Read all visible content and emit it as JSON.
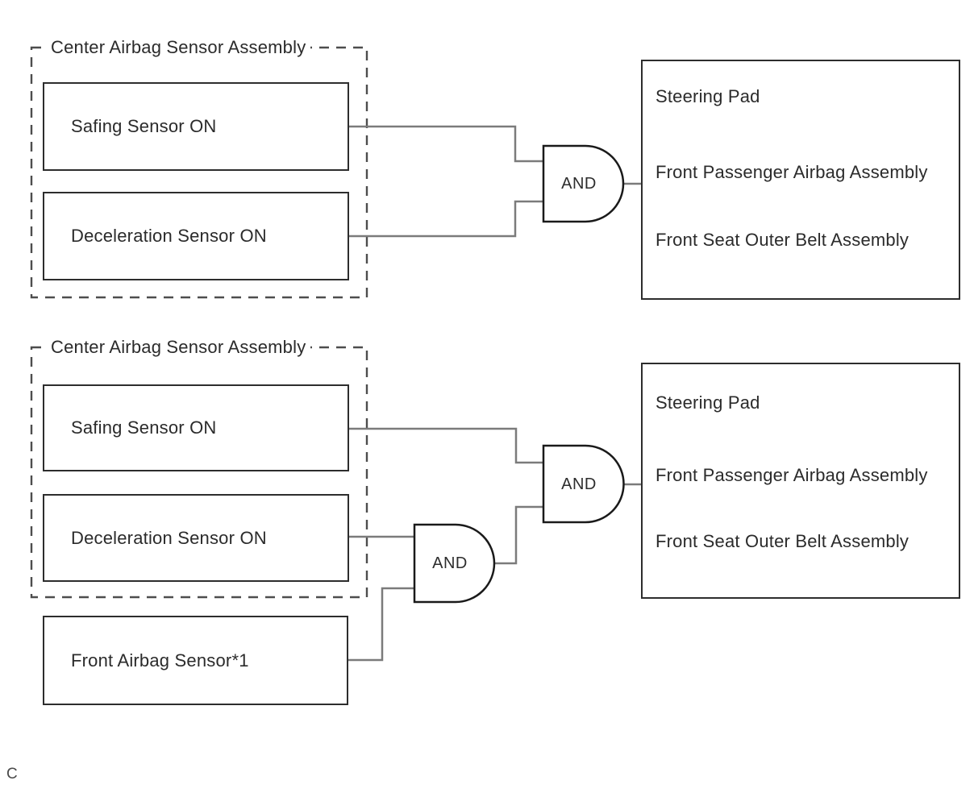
{
  "diagram": {
    "section1": {
      "assembly_label": "Center Airbag Sensor Assembly",
      "input1": "Safing Sensor ON",
      "input2": "Deceleration Sensor ON",
      "gate": "AND",
      "out1": "Steering Pad",
      "out2": "Front Passenger Airbag Assembly",
      "out3": "Front Seat Outer Belt Assembly"
    },
    "section2": {
      "assembly_label": "Center Airbag Sensor Assembly",
      "input1": "Safing Sensor ON",
      "input2": "Deceleration Sensor ON",
      "input3": "Front Airbag Sensor*1",
      "gate_main": "AND",
      "gate_front": "AND",
      "out1": "Steering Pad",
      "out2": "Front Passenger Airbag Assembly",
      "out3": "Front Seat Outer Belt Assembly"
    },
    "footnote": "C"
  },
  "colors": {
    "box_border": "#2d2d2d",
    "gate_stroke": "#1a1a1a",
    "connector": "#7b7b7b",
    "dashed_border": "#4d4d4d",
    "text": "#2b2b2b",
    "background": "#ffffff"
  }
}
